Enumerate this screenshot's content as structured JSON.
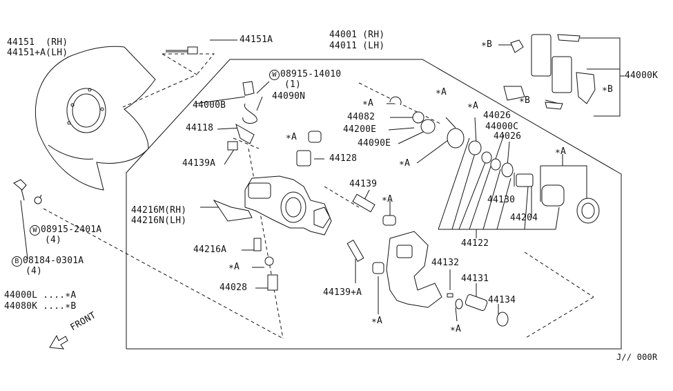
{
  "labels": {
    "p44151_rh": "44151  (RH)",
    "p44151a_lh": "44151+A(LH)",
    "p44151a": "44151A",
    "p44001": "44001 (RH)",
    "p44011": "44011 (LH)",
    "p44000k": "44000K",
    "star_b_1": "∗B",
    "star_b_2": "∗B",
    "star_b_3": "∗B",
    "w08915_14010": "08915-14010",
    "qty_1": "(1)",
    "p44000b": "44000B",
    "p44090n": "44090N",
    "p44118": "44118",
    "p44139a": "44139A",
    "star_a_82": "∗A",
    "p44082": "44082",
    "p44200e": "44200E",
    "p44090e": "44090E",
    "star_a_top1": "∗A",
    "star_a_top2": "∗A",
    "p44026_a": "44026",
    "p44000c": "44000C",
    "p44026_b": "44026",
    "star_a_right": "∗A",
    "star_a_128": "∗A",
    "p44128": "44128",
    "star_a_mid": "∗A",
    "p44139": "44139",
    "star_a_139": "∗A",
    "p44130": "44130",
    "p44204": "44204",
    "p44122": "44122",
    "p44216m": "44216M(RH)",
    "p44216n": "44216N(LH)",
    "w08915_2401a": "08915-2401A",
    "qty_4a": "(4)",
    "b08184_0301a": "08184-0301A",
    "qty_4b": "(4)",
    "p44216a": "44216A",
    "star_a_left": "∗A",
    "p44028": "44028",
    "p44139_a": "44139+A",
    "star_a_bottom": "∗A",
    "p44132": "44132",
    "p44131": "44131",
    "p44134": "44134",
    "star_a_132": "∗A",
    "legend_a": "44000L ....∗A",
    "legend_b": "44080K ....∗B",
    "front": "FRONT",
    "catalog_code": "J∕∕ 000R",
    "circle_w": "W",
    "circle_b": "B"
  },
  "colors": {
    "ink": "#111111",
    "background": "#ffffff"
  }
}
